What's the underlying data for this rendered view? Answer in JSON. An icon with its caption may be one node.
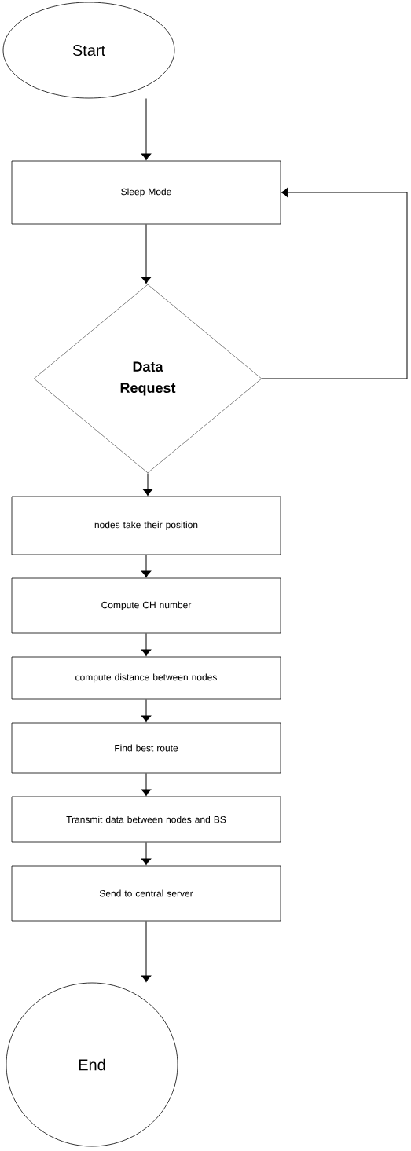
{
  "diagram": {
    "nodes": [
      {
        "text": [
          "Start"
        ]
      },
      {
        "text": [
          "Sleep Mode"
        ]
      },
      {
        "text": [
          "Data Request"
        ]
      },
      {
        "text": [
          "nodes take their position"
        ]
      },
      {
        "text": [
          "Compute CH number"
        ]
      },
      {
        "text": [
          "compute distance between nodes"
        ]
      },
      {
        "text": [
          "Find best route"
        ]
      },
      {
        "text": [
          "Transmit data between nodes and BS"
        ]
      },
      {
        "text": [
          "Send to central server"
        ]
      },
      {
        "text": [
          "End"
        ]
      }
    ],
    "edges": [
      {
        "from": 0,
        "to": 1,
        "arrow": "to"
      },
      {
        "from": 1,
        "to": 2,
        "arrow": "to"
      },
      {
        "from": 2,
        "to": 3,
        "arrow": "to"
      },
      {
        "from": 3,
        "to": 4,
        "arrow": "to"
      },
      {
        "from": 4,
        "to": 5,
        "arrow": "to"
      },
      {
        "from": 5,
        "to": 6,
        "arrow": "to"
      },
      {
        "from": 6,
        "to": 7,
        "arrow": "to"
      },
      {
        "from": 7,
        "to": 8,
        "arrow": "to"
      },
      {
        "from": 8,
        "to": 9,
        "arrow": "to"
      },
      {
        "from": 2,
        "to": 1,
        "arrow": "to"
      }
    ]
  }
}
